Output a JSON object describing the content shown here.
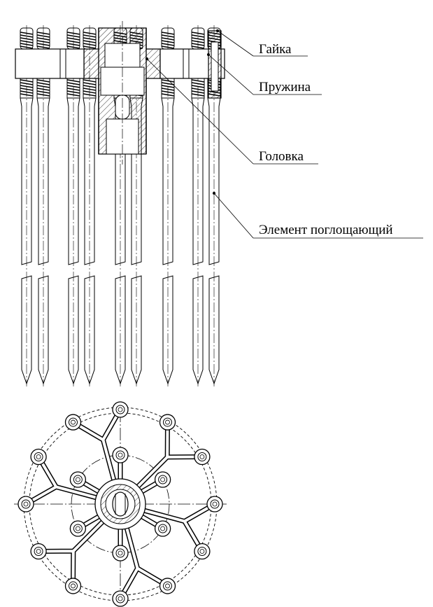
{
  "callouts": {
    "nut": "Гайка",
    "spring": "Пружина",
    "head": "Головка",
    "absorber": "Элемент  поглощающий"
  },
  "colors": {
    "ink": "#000000",
    "paper": "#ffffff"
  }
}
